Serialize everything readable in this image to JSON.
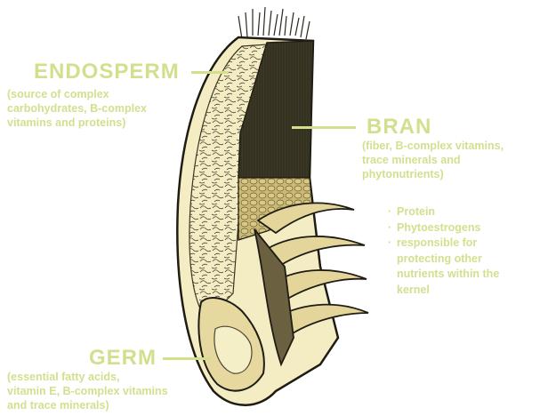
{
  "endosperm": {
    "title": "ENDOSPERM",
    "description_lines": [
      "(source of complex",
      "carbohydrates, B-complex",
      "vitamins and proteins)"
    ]
  },
  "bran": {
    "title": "BRAN",
    "description_lines": [
      "(fiber, B-complex vitamins,",
      "trace minerals and",
      "phytonutrients)"
    ],
    "bullets": [
      "Protein",
      "Phytoestrogens",
      "responsible for",
      "protecting other",
      "nutrients within the",
      "kernel"
    ]
  },
  "germ": {
    "title": "GERM",
    "description_lines": [
      "(essential fatty acids,",
      "vitamin E, B-complex vitamins",
      "and trace minerals)"
    ]
  },
  "colors": {
    "label": "#d4df8e",
    "bran_dark": "#3d3826",
    "kernel_cream": "#f4edc4",
    "outline": "#1f1c14"
  }
}
